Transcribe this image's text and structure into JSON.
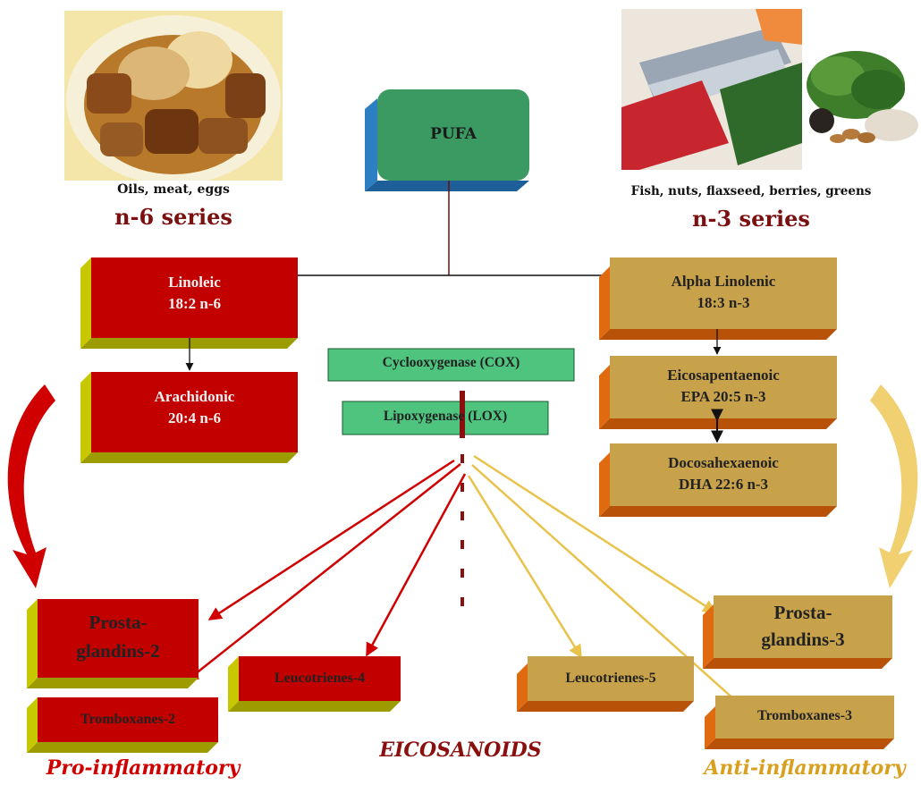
{
  "colors": {
    "n6": "#c20000",
    "n6_side": "#c8c800",
    "n3": "#c8a24a",
    "n3_side": "#e06a10",
    "pufa": "#3a9a62",
    "pufa_side": "#2d7fc4",
    "enzyme": "#4ec47e",
    "pro": "#d00000",
    "anti": "#d9a020",
    "line_dark": "#6a0f0f"
  },
  "pufa": {
    "label": "PUFA"
  },
  "n6": {
    "food": "Oils, meat, eggs",
    "series": "n-6 series",
    "linoleic": {
      "line1": "Linoleic",
      "line2": "18:2 n-6"
    },
    "arachidonic": {
      "line1": "Arachidonic",
      "line2": "20:4 n-6"
    }
  },
  "n3": {
    "food": "Fish, nuts, flaxseed,  berries, greens",
    "series": "n-3 series",
    "alpha": {
      "line1": "Alpha Linolenic",
      "line2": "18:3 n-3"
    },
    "epa": {
      "line1": "Eicosapentaenoic",
      "line2": "EPA  20:5 n-3"
    },
    "dha": {
      "line1": "Docosahexaenoic",
      "line2": "DHA  22:6 n-3"
    }
  },
  "enzymes": {
    "cox": "Cyclooxygenase (COX)",
    "lox": "Lipoxygenase (LOX)"
  },
  "products": {
    "pg2": {
      "line1": "Prosta-",
      "line2": "glandins-2"
    },
    "tx2": "Tromboxanes-2",
    "lt4": "Leucotrienes-4",
    "lt5": "Leucotrienes-5",
    "pg3": {
      "line1": "Prosta-",
      "line2": "glandins-3"
    },
    "tx3": "Tromboxanes-3"
  },
  "footer": {
    "pro": "Pro-inflammatory",
    "eicosanoids": "EICOSANOIDS",
    "anti": "Anti-inflammatory"
  }
}
